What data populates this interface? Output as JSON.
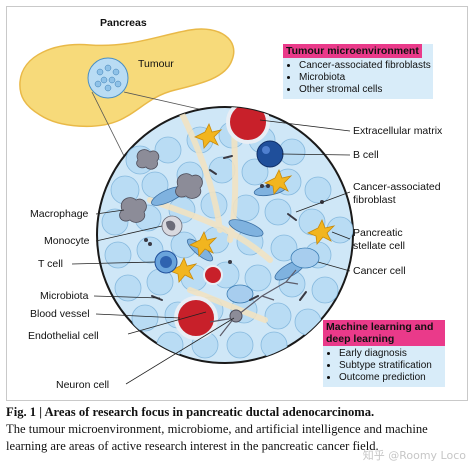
{
  "figure": {
    "organ_label": "Pancreas",
    "tumour_label": "Tumour",
    "left_labels": [
      "Macrophage",
      "Monocyte",
      "T cell",
      "Microbiota",
      "Blood vessel",
      "Endothelial cell",
      "Neuron cell"
    ],
    "right_labels": {
      "ecm": "Extracellular matrix",
      "bcell": "B cell",
      "caf_1": "Cancer-associated",
      "caf_2": "fibroblast",
      "psc_1": "Pancreatic",
      "psc_2": "stellate cell",
      "cancer": "Cancer cell"
    },
    "callout_tme": {
      "title": "Tumour microenvironment",
      "items": [
        "Cancer-associated fibroblasts",
        "Microbiota",
        "Other stromal cells"
      ]
    },
    "callout_ml": {
      "title_1": "Machine learning and",
      "title_2": "deep learning",
      "items": [
        "Early diagnosis",
        "Subtype stratification",
        "Outcome prediction"
      ]
    },
    "colors": {
      "pancreas": "#f7da7a",
      "tumour_magnify": "#b9dcf4",
      "highlight": "#ea3a8a",
      "callout_bg": "#d8ecf9",
      "red_cell": "#c8202a",
      "b_cell": "#1f4f9b",
      "stellate": "#f2b51f"
    }
  },
  "caption": {
    "label": "Fig. 1 | Areas of research focus in pancreatic ductal adenocarcinoma.",
    "text": "The tumour microenvironment, microbiome, and artificial intelligence and machine learning are areas of active research interest in the pancreatic cancer field."
  },
  "watermark": "知乎 @Roomy Loco"
}
